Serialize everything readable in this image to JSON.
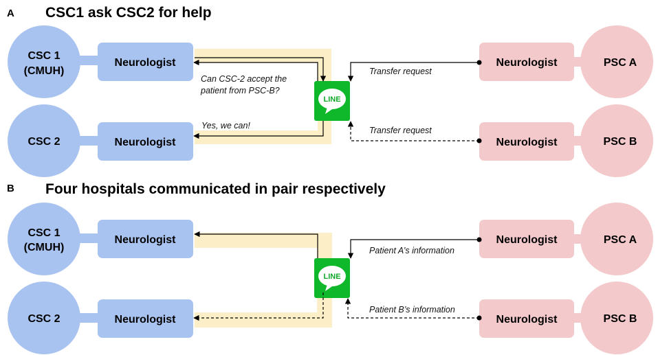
{
  "colors": {
    "csc": "#a9c3f0",
    "psc": "#f4c9cb",
    "highlight": "#fcefc7",
    "line_app": "#0eb82a",
    "arrow": "#000000"
  },
  "panels": [
    {
      "letter": "A",
      "title": "CSC1 ask CSC2 for help",
      "csc_nodes": [
        {
          "label_line1": "CSC 1",
          "label_line2": "(CMUH)",
          "role": "Neurologist"
        },
        {
          "label_line1": "CSC 2",
          "label_line2": "",
          "role": "Neurologist"
        }
      ],
      "psc_nodes": [
        {
          "label": "PSC A",
          "role": "Neurologist"
        },
        {
          "label": "PSC B",
          "role": "Neurologist"
        }
      ],
      "app_icon": "line-app-icon",
      "app_label": "LINE",
      "messages": {
        "left_top_line1": "Can CSC-2 accept the",
        "left_top_line2": "patient from PSC-B?",
        "left_bottom": "Yes, we can!",
        "right_top": "Transfer request",
        "right_bottom": "Transfer request"
      }
    },
    {
      "letter": "B",
      "title": "Four hospitals communicated in pair respectively",
      "csc_nodes": [
        {
          "label_line1": "CSC 1",
          "label_line2": "(CMUH)",
          "role": "Neurologist"
        },
        {
          "label_line1": "CSC 2",
          "label_line2": "",
          "role": "Neurologist"
        }
      ],
      "psc_nodes": [
        {
          "label": "PSC A",
          "role": "Neurologist"
        },
        {
          "label": "PSC B",
          "role": "Neurologist"
        }
      ],
      "app_icon": "line-app-icon",
      "app_label": "LINE",
      "messages": {
        "right_top": "Patient A’s information",
        "right_bottom": "Patient B’s information"
      }
    }
  ]
}
